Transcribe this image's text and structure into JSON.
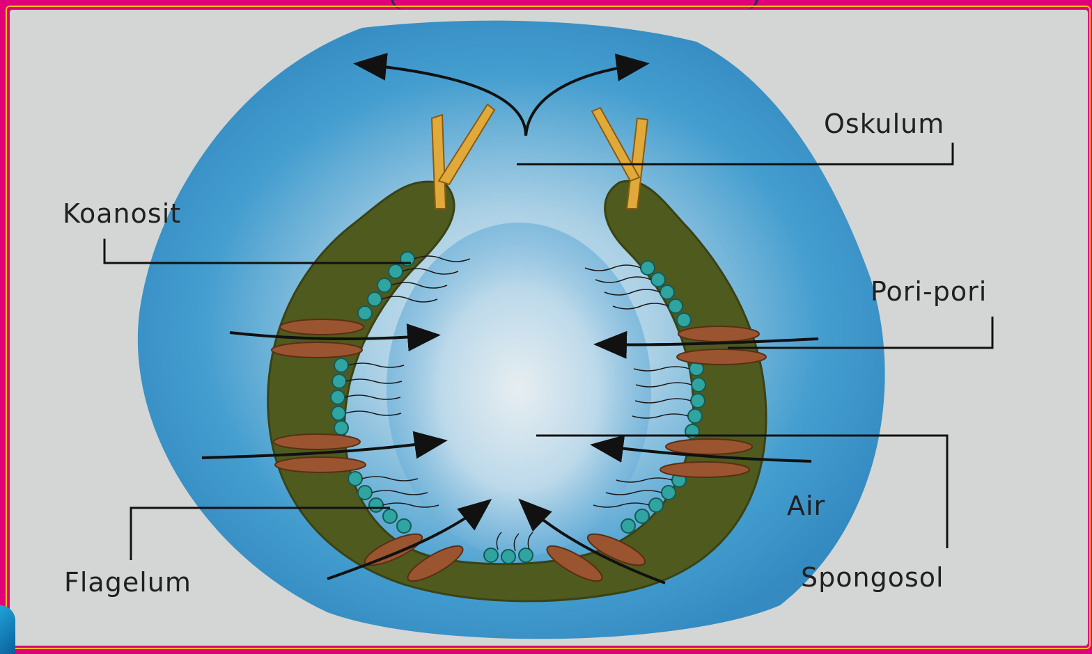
{
  "labels": {
    "oskulum": "Oskulum",
    "koanosit": "Koanosit",
    "pori_pori": "Pori-pori",
    "air": "Air",
    "flagelum": "Flagelum",
    "spongosol": "Spongosol"
  },
  "colors": {
    "frame": "#e0007a",
    "background": "#d3d6d4",
    "water": "#3d9bcf",
    "body_wall": "#4f5a1e",
    "pores": "#9a5530",
    "choanocytes": "#2fa4a0",
    "spicules": "#e0a93a",
    "arrows": "#111111"
  }
}
